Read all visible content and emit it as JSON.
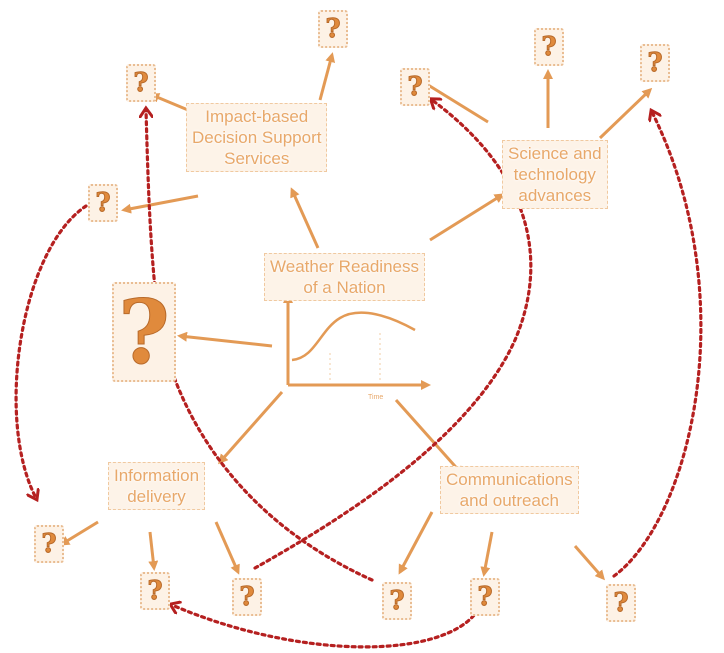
{
  "diagram": {
    "center_label": "Weather Readiness\nof a Nation",
    "axis_small_label": "Time",
    "nodes": {
      "impact": "Impact-based\nDecision Support\nServices",
      "science": "Science and\ntechnology\nadvances",
      "info": "Information\ndelivery",
      "comms": "Communications\nand outreach"
    },
    "unknown_glyph": "?"
  },
  "colors": {
    "node_orange": "#e0883a",
    "arrow_orange": "#e39a55",
    "dotted_arrow_red": "#b52020",
    "label_text": "#e8a86a"
  }
}
